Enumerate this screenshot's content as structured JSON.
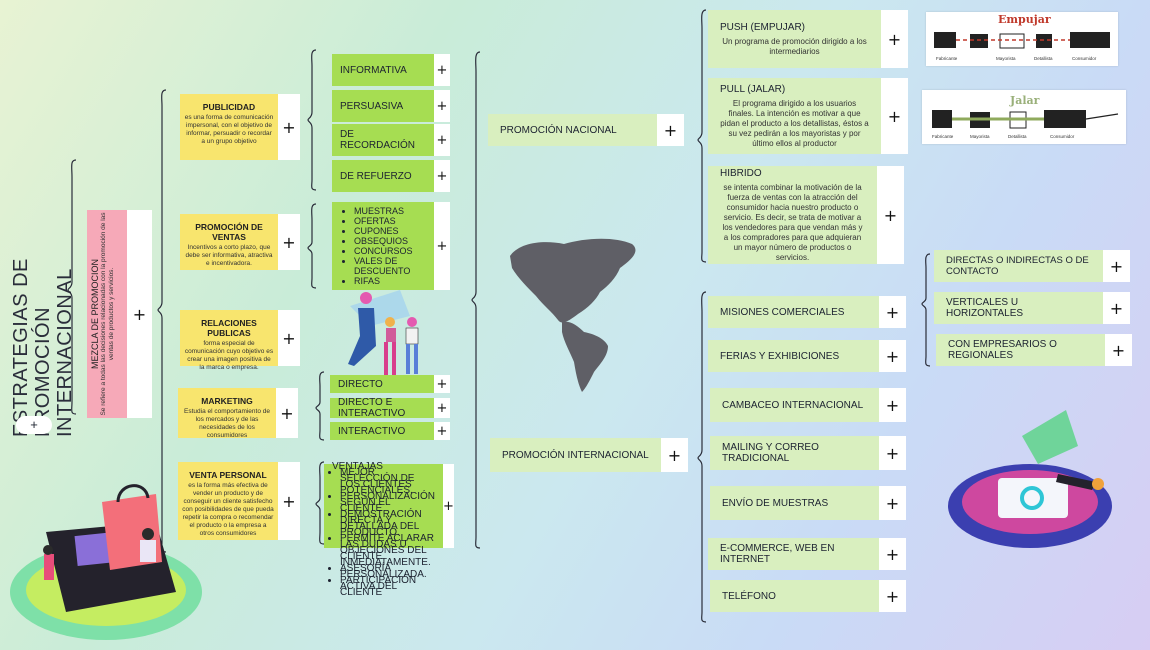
{
  "title": {
    "text": "ESTRATEGIAS DE PROMOCIÓN INTERNACIONAL",
    "plus": "+"
  },
  "mezcla": {
    "heading": "MEZCLA DE PROMOCION",
    "desc": "Se refiere a todas las decisiones relacionadas con la promoción de las ventas de productos y servicios."
  },
  "plus": "+",
  "yellow": [
    {
      "title": "PUBLICIDAD",
      "desc": "es una forma de comunicación impersonal, con el objetivo de informar, persuadir o recordar a un grupo objetivo"
    },
    {
      "title": "PROMOCIÓN DE VENTAS",
      "desc": "Incentivos a corto plazo, que debe ser informativa, atractiva e incentivadora."
    },
    {
      "title": "RELACIONES PUBLICAS",
      "desc": "forma especial de comunicación cuyo objetivo es crear una imagen positiva de la marca o empresa."
    },
    {
      "title": "MARKETING",
      "desc": "Estudia el comportamiento de los mercados y de las necesidades de los consumidores"
    },
    {
      "title": "VENTA PERSONAL",
      "desc": "es la forma más efectiva de vender un producto y de conseguir un cliente satisfecho con posibilidades de que pueda repetir la compra o recomendar el producto o la empresa a otros consumidores"
    }
  ],
  "publicidad_tipos": [
    "INFORMATIVA",
    "PERSUASIVA",
    "DE RECORDACIÓN",
    "DE REFUERZO"
  ],
  "promo_items": [
    "MUESTRAS",
    "OFERTAS",
    "CUPONES",
    "OBSEQUIOS",
    "CONCURSOS",
    "VALES DE DESCUENTO",
    "RIFAS"
  ],
  "marketing_tipos": [
    "DIRECTO",
    "DIRECTO E INTERACTIVO",
    "INTERACTIVO"
  ],
  "ventajas": {
    "heading": "VENTAJAS",
    "items": [
      "MEJOR SELECCIÓN DE LOS CLIENTES POTENCIALES.",
      "PERSONALIZACIÓN SEGÚN EL CLIENTE",
      "DEMOSTRACIÓN DIRECTA Y DETALLADA DEL PRODUCTO.",
      "PERMITE ACLARAR LAS DUDAS U OBJECIONES DEL CLIENTE INMEDIATAMENTE.",
      "ASESORÍA PERSONALIZADA.",
      "PARTICIPACIÓN ACTIVA DEL CLIENTE"
    ]
  },
  "promocion_nacional": "PROMOCIÓN NACIONAL",
  "promocion_internacional": "PROMOCIÓN INTERNACIONAL",
  "nacional_tipos": [
    {
      "title": "PUSH (EMPUJAR)",
      "desc": "Un programa de promoción dirigido a los intermediarios"
    },
    {
      "title": "PULL (JALAR)",
      "desc": "El programa dirigido a los usuarios finales. La intención es motivar a que pidan el producto a los detallistas, éstos a su vez pedirán a los mayoristas y por último ellos al productor"
    },
    {
      "title": "HIBRIDO",
      "desc": "se intenta combinar la motivación de la fuerza de ventas con la atracción del consumidor hacia nuestro producto o servicio. Es decir, se trata de motivar a los vendedores para que vendan más y a los compradores para que adquieran un mayor número de productos o servicios."
    }
  ],
  "internacional_items": [
    "MISIONES COMERCIALES",
    "FERIAS Y EXHIBICIONES",
    "CAMBACEO INTERNACIONAL",
    "MAILING Y CORREO TRADICIONAL",
    "ENVÍO DE MUESTRAS",
    "E-COMMERCE, WEB EN INTERNET",
    "TELÉFONO"
  ],
  "misiones_tipos": [
    "DIRECTAS O INDIRECTAS O DE CONTACTO",
    "VERTICALES U HORIZONTALES",
    "CON EMPRESARIOS O REGIONALES"
  ],
  "push_diagram": {
    "title": "Empujar",
    "labels": [
      "Fabricante",
      "Mayorista",
      "Detallista",
      "Consumidor"
    ]
  },
  "pull_diagram": {
    "title": "Jalar",
    "labels": [
      "Fabricante",
      "Mayorista",
      "Detallista",
      "Consumidor"
    ]
  }
}
